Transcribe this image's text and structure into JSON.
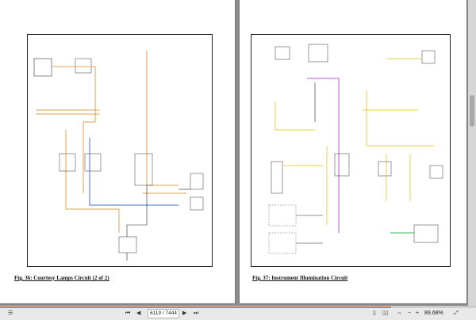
{
  "document": {
    "left_caption": "Fig. 36: Courtesy Lamps Circuit (2 of 2)",
    "right_caption": "Fig. 37: Instrument Illumination Circuit"
  },
  "toolbar": {
    "current_page": "6119",
    "total_pages": "7444",
    "zoom": "89.68%",
    "first_glyph": "⏮",
    "prev_glyph": "◀",
    "next_glyph": "▶",
    "last_glyph": "⏭",
    "zoom_out_glyph": "−",
    "zoom_in_glyph": "+"
  },
  "progress": {
    "fraction": 0.822
  },
  "colors": {
    "wire_orange": "#e0a050",
    "wire_blue": "#4a6bd8",
    "wire_yellow": "#e6d23c",
    "wire_purple": "#c04fd8",
    "wire_green": "#3bb54a",
    "accent": "#e8732c"
  }
}
